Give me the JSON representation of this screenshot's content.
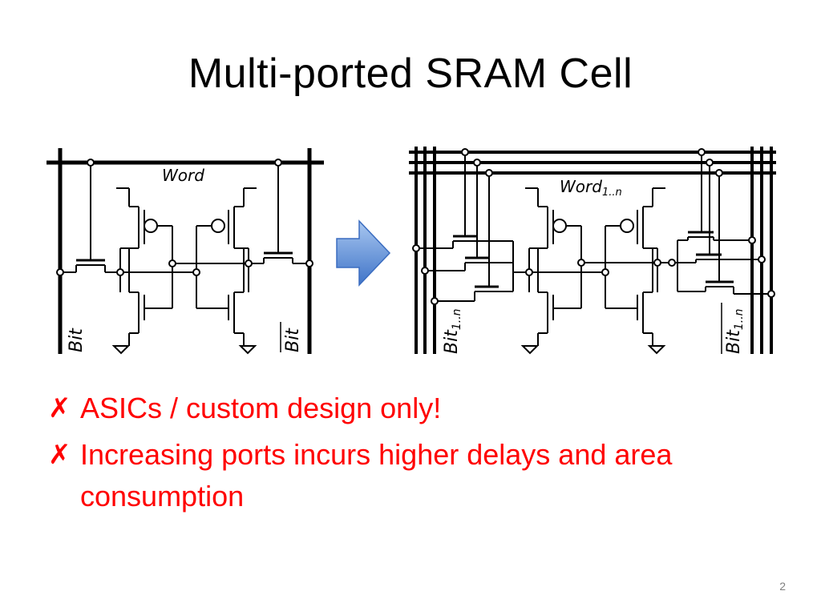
{
  "slide": {
    "title": "Multi-ported SRAM Cell",
    "page_number": "2"
  },
  "diagram_left": {
    "word_label": "Word",
    "bit_label": "Bit",
    "bit_bar_label": "Bit"
  },
  "diagram_right": {
    "word_label": "Word",
    "word_subscript": "1..n",
    "bit_label": "Bit",
    "bit_subscript": "1..n",
    "bit_bar_label": "Bit",
    "bit_bar_subscript": "1..n"
  },
  "arrow": {
    "icon": "right-arrow-icon",
    "color": "#5b8fd6"
  },
  "bullets": [
    {
      "mark": "✗",
      "text": "ASICs / custom design only!"
    },
    {
      "mark": "✗",
      "text": "Increasing ports incurs higher delays and area consumption"
    }
  ],
  "colors": {
    "bullet_text": "#ff0000",
    "title": "#000000"
  }
}
